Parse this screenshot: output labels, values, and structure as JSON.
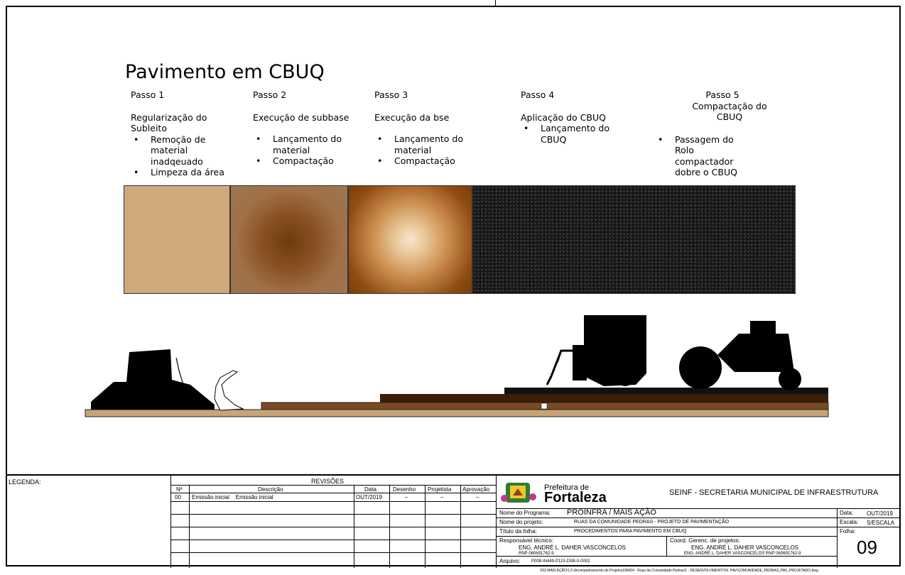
{
  "title": "Pavimento em CBUQ",
  "steps": [
    {
      "label": "Passo 1",
      "heading": "Regularização do Subleito",
      "bullets": [
        "Remoção de material inadqeuado",
        "Limpeza da área"
      ]
    },
    {
      "label": "Passo 2",
      "heading": "Execução de subbase",
      "bullets": [
        "Lançamento do material",
        "Compactação"
      ]
    },
    {
      "label": "Passo 3",
      "heading": "Execução da bse",
      "bullets": [
        "Lançamento do material",
        "Compactação"
      ]
    },
    {
      "label": "Passo 4",
      "heading": "Aplicação do CBUQ",
      "bullets": [
        "Lançamento do CBUQ"
      ]
    },
    {
      "label": "Passo 5",
      "heading": "Compactação do CBUQ",
      "bullets": [
        "Passagem do Rolo compactador dobre o CBUQ"
      ]
    }
  ],
  "swatch_colors": [
    "#cfa97c",
    "#8c5a2c",
    "#c88b4e",
    "#1a1a1a"
  ],
  "legend_label": "LEGENDA:",
  "revisions": {
    "title": "REVISÕES",
    "headers": [
      "Nº",
      "Descrição",
      "Data",
      "Desenho",
      "Projetista",
      "Aprovação"
    ],
    "rows": [
      [
        "00",
        "Emissão inicial    Emissão inicial",
        "OUT/2019",
        "–",
        "–",
        "–"
      ]
    ]
  },
  "org": {
    "logo_small": "Prefeitura de",
    "logo_big": "Fortaleza",
    "secretaria": "SEINF - SECRETARIA MUNICIPAL DE INFRAESTRUTURA"
  },
  "fields": {
    "programa_label": "Nome do Programa:",
    "programa_value": "PROINFRA / MAIS AÇÃO",
    "projeto_label": "Nome do projeto:",
    "projeto_value": "RUAS DA COMUNIDADE PEDRAS - PROJETO DE PAVIMENTAÇÃO",
    "titulo_label": "Título da folha:",
    "titulo_value": "PROCEDIMENTOS PARA PAVIMENTO EM CBUQ",
    "resp_label": "Responsável técnico:",
    "resp_value": "ENG. ANDRÉ L. DAHER VASCONCELOS",
    "resp_rnp": "RNP 060691762-9",
    "coord_label": "Coord. Gerenc. de projetos:",
    "coord_value": "ENG. ANDRÉ L. DAHER VASCONCELOS",
    "coord_rnp": "ENG. ANDRÉ L. DAHER VASCONCELOS  RNP 060691762-9",
    "arquivo_label": "Arquivo:",
    "arquivo_value": "P008-IN449-P115-DSB-0-0002",
    "data_label": "Data:",
    "data_value": "OUT/2019",
    "escala_label": "Escala:",
    "escala_value": "S/ESCALA",
    "folha_label": "Folha:",
    "folha_value": "09"
  },
  "file_path": "X53 MAIS AÇÃO\\1.0 (Acompanhamento de Projetos)\\IN004 - Ruas da Comunidade Pedras\\1 - DESENVOLVIMENTO\\6. PAV\\COMUNIDADE_PEDRAS_PAV_PROJETADO.dwg"
}
